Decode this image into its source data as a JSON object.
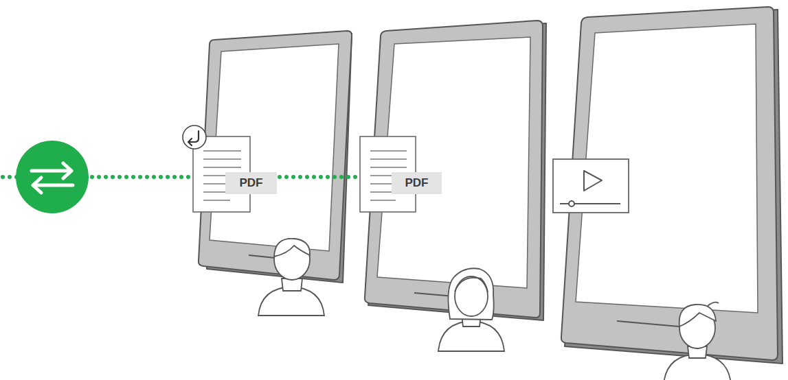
{
  "diagram": {
    "nodes": [
      {
        "text": [
          "PDF"
        ]
      },
      {
        "text": [
          "PDF"
        ]
      }
    ],
    "edges": [
      {
        "from": 0,
        "to": 1,
        "arrow": "none"
      }
    ]
  }
}
